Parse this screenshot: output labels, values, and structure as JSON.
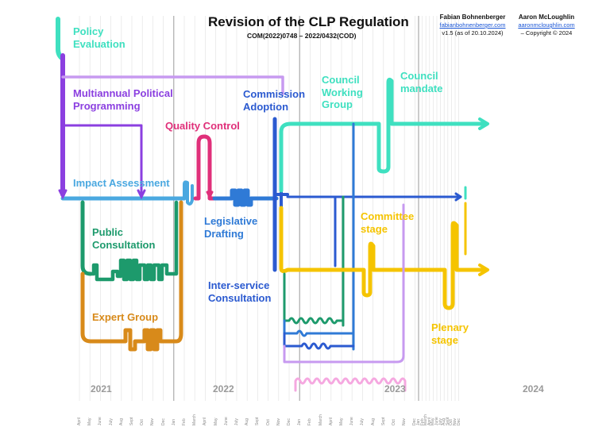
{
  "header": {
    "title": "Revision of the CLP Regulation",
    "subtitle": "COM(2022)0748 – 2022/0432(COD)",
    "version": "v1.5 (as of 20.10.2024)",
    "copyright": "– Copyright © 2024"
  },
  "authors": [
    {
      "name": "Fabian Bohnenberger",
      "site": "fabianbohnenberger.com"
    },
    {
      "name": "Aaron McLoughlin",
      "site": "aaronmcloughlin.com"
    }
  ],
  "labels": {
    "policy_evaluation": [
      "Policy",
      "Evaluation"
    ],
    "multiannual": [
      "Multiannual Political",
      "Programming"
    ],
    "quality_control": "Quality Control",
    "commission_adoption": [
      "Commission",
      "Adoption"
    ],
    "council_wg": [
      "Council",
      "Working",
      "Group"
    ],
    "council_mandate": [
      "Council",
      "mandate"
    ],
    "impact_assessment": "Impact Assessment",
    "legislative_drafting": [
      "Legislative",
      "Drafting"
    ],
    "public_consultation": [
      "Public",
      "Consultation"
    ],
    "committee_stage": [
      "Committee",
      "stage"
    ],
    "inter_service": [
      "Inter-service",
      "Consultation"
    ],
    "expert_group": "Expert Group",
    "plenary_stage": [
      "Plenary",
      "stage"
    ]
  },
  "colors": {
    "policy": "#3fe0c0",
    "multiannual": "#8b3fe0",
    "impact": "#4aa8e0",
    "quality": "#e0307a",
    "drafting": "#2f7ad6",
    "commission": "#2b5ad0",
    "consultation": "#1d9a6c",
    "expert": "#d88a1a",
    "committee": "#f5c400",
    "lavender": "#c79af0",
    "pink": "#f5a8e0"
  },
  "years": [
    "2021",
    "2022",
    "2023",
    "2024"
  ],
  "months": [
    "April",
    "May",
    "June",
    "July",
    "Aug",
    "Sept",
    "Oct",
    "Nov",
    "Dec",
    "Jan",
    "Feb",
    "March",
    "April",
    "May",
    "June",
    "July",
    "Aug",
    "Sept",
    "Oct",
    "Nov",
    "Dec",
    "Jan",
    "Feb",
    "March",
    "April",
    "May",
    "June",
    "July",
    "Aug",
    "Sept",
    "Oct",
    "Nov",
    "Dec",
    "Jan",
    "Feb",
    "March",
    "April",
    "May",
    "June",
    "July",
    "Aug",
    "Sept",
    "Oct",
    "Nov",
    "Dec"
  ]
}
